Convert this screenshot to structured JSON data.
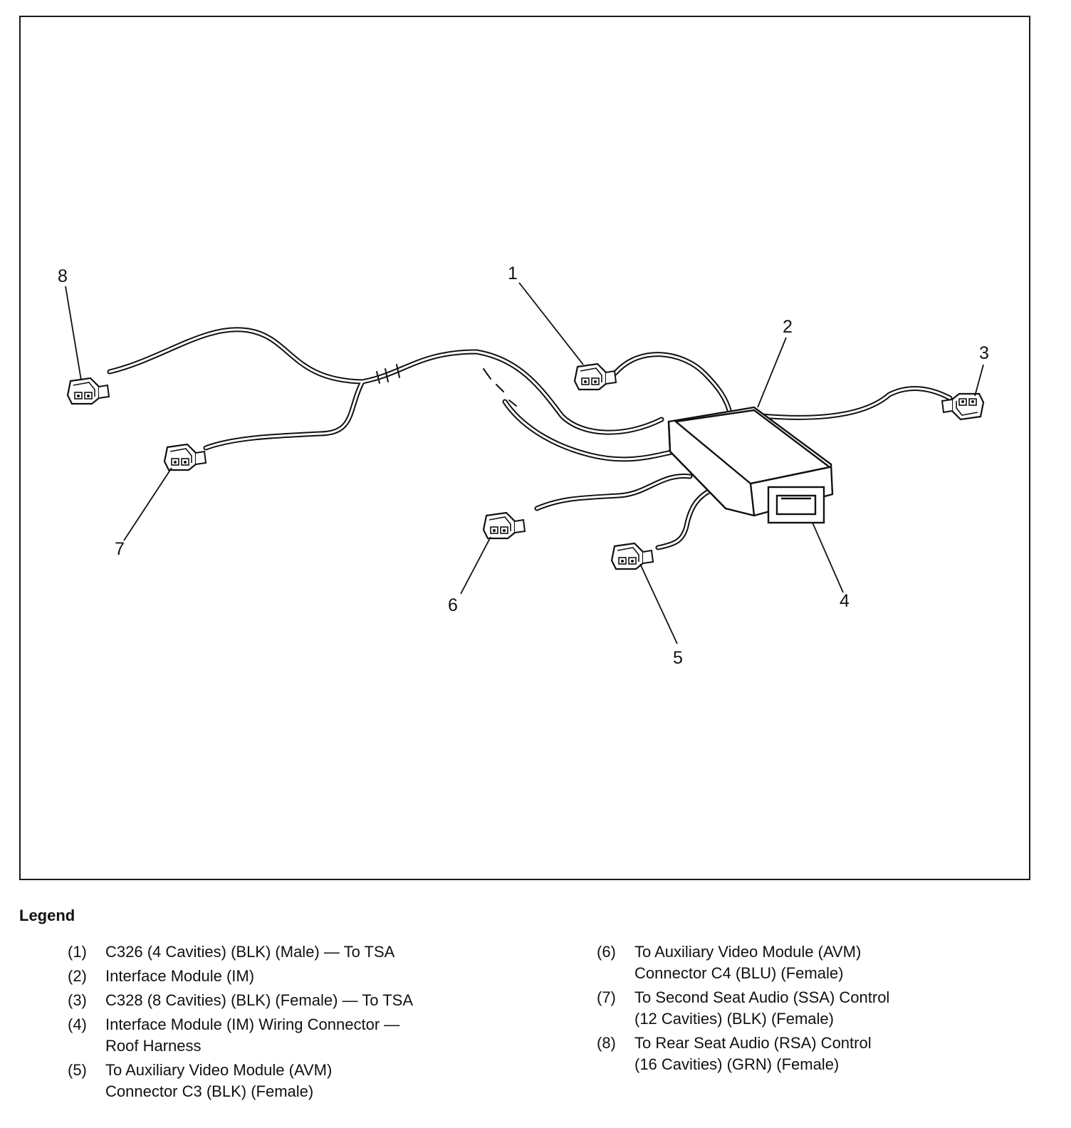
{
  "callouts": {
    "c1": "1",
    "c2": "2",
    "c3": "3",
    "c4": "4",
    "c5": "5",
    "c6": "6",
    "c7": "7",
    "c8": "8"
  },
  "legend": {
    "title": "Legend",
    "left": [
      {
        "num": "(1)",
        "text": "C326 (4 Cavities) (BLK) (Male) — To TSA"
      },
      {
        "num": "(2)",
        "text": "Interface Module (IM)"
      },
      {
        "num": "(3)",
        "text": "C328 (8 Cavities) (BLK) (Female) — To TSA"
      },
      {
        "num": "(4)",
        "text": "Interface Module (IM) Wiring Connector —\nRoof Harness"
      },
      {
        "num": "(5)",
        "text": "To Auxiliary Video Module (AVM)\nConnector C3 (BLK) (Female)"
      }
    ],
    "right": [
      {
        "num": "(6)",
        "text": "To Auxiliary Video Module (AVM)\nConnector C4 (BLU) (Female)"
      },
      {
        "num": "(7)",
        "text": "To Second Seat Audio (SSA) Control\n(12 Cavities) (BLK) (Female)"
      },
      {
        "num": "(8)",
        "text": "To Rear Seat Audio (RSA) Control\n(16 Cavities) (GRN) (Female)"
      }
    ]
  }
}
